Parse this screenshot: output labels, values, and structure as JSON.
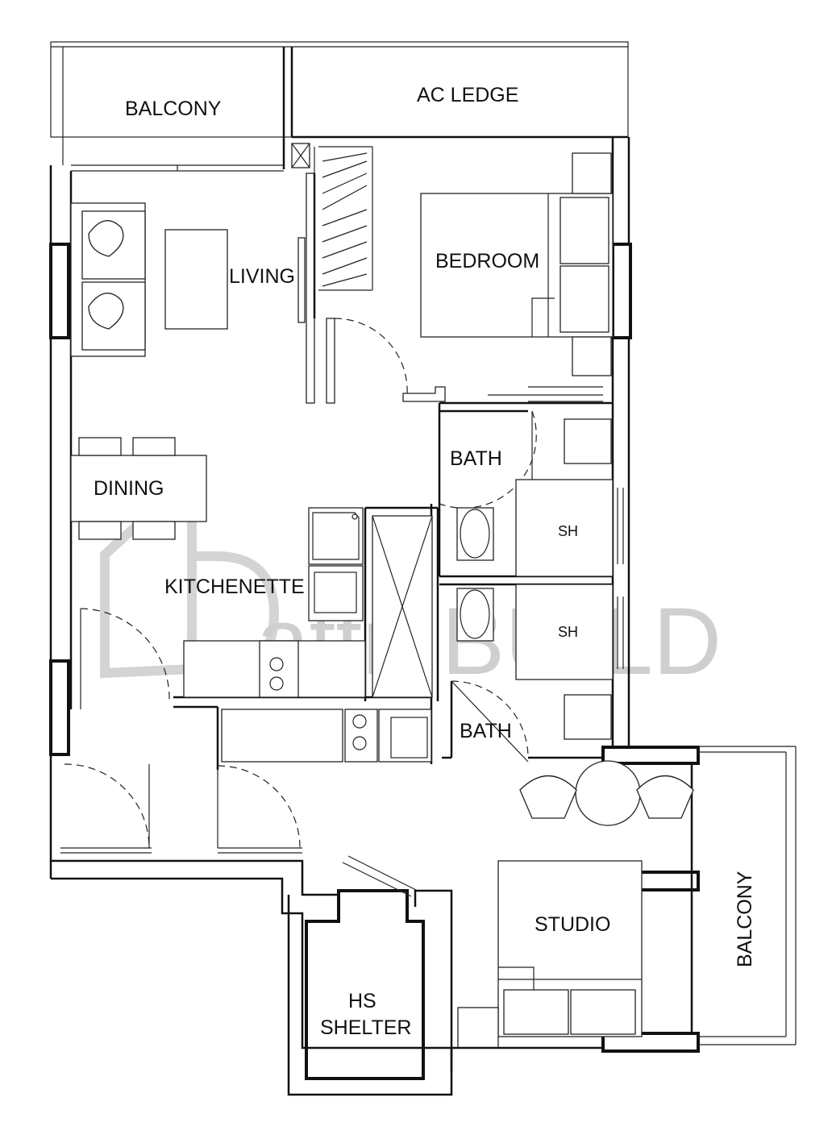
{
  "rooms": {
    "balcony_top": "BALCONY",
    "ac_ledge": "AC LEDGE",
    "living": "LIVING",
    "bedroom": "BEDROOM",
    "dining": "DINING",
    "bath_1": "BATH",
    "sh_1": "SH",
    "kitchenette": "KITCHENETTE",
    "sh_2": "SH",
    "bath_2": "BATH",
    "studio": "STUDIO",
    "balcony_right": "BALCONY",
    "hs_shelter_line1": "HS",
    "hs_shelter_line2": "SHELTER"
  },
  "watermark": "attri.BUILD"
}
